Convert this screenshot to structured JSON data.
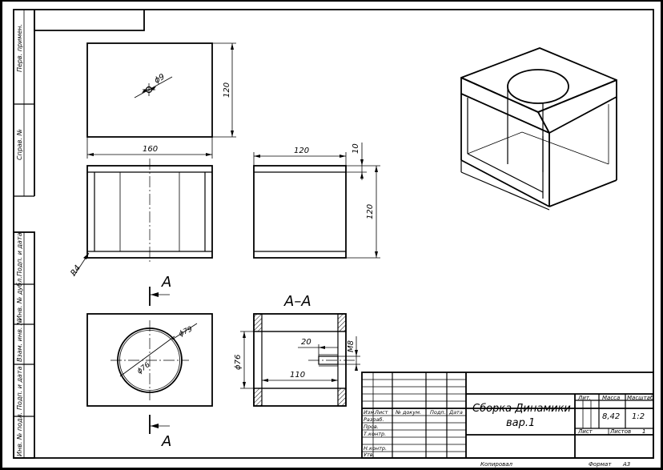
{
  "side_stamps": [
    "Перв. примен.",
    "Справ. №",
    "Подп. и дата",
    "Инв. № дубл.",
    "Взам. инв. №",
    "Подп. и дата",
    "Инв. № подл."
  ],
  "dims": {
    "top_hole": "ϕ9",
    "top_height": "120",
    "top_width": "160",
    "side_width": "120",
    "side_lip": "10",
    "side_height": "120",
    "radius": "R4",
    "plan_outer": "ϕ79",
    "plan_inner": "ϕ76",
    "sect_diam": "ϕ76",
    "sect_depth": "20",
    "sect_thread": "M8",
    "sect_length": "110"
  },
  "section": {
    "label": "A–A",
    "cut_top": "A",
    "cut_bottom": "A"
  },
  "title_block": {
    "title_line1": "Сборка Динамики",
    "title_line2": "вар.1",
    "col_izm": "Изм.",
    "col_list": "Лист",
    "col_dokum": "№ докум.",
    "col_podp": "Подп.",
    "col_data": "Дата",
    "row_razrab": "Разраб.",
    "row_prov": "Пров.",
    "row_tkontr": "Т.контр.",
    "row_nkontr": "Н.контр.",
    "row_utv": "Утв.",
    "lit_label": "Лит.",
    "mass_label": "Масса",
    "scale_label": "Масштаб",
    "mass_value": "8,42",
    "scale_value": "1:2",
    "sheet_label": "Лист",
    "sheets_label": "Листов",
    "sheets_value": "1"
  },
  "footer": {
    "copied": "Копировал",
    "format_label": "Формат",
    "format_value": "А3"
  }
}
